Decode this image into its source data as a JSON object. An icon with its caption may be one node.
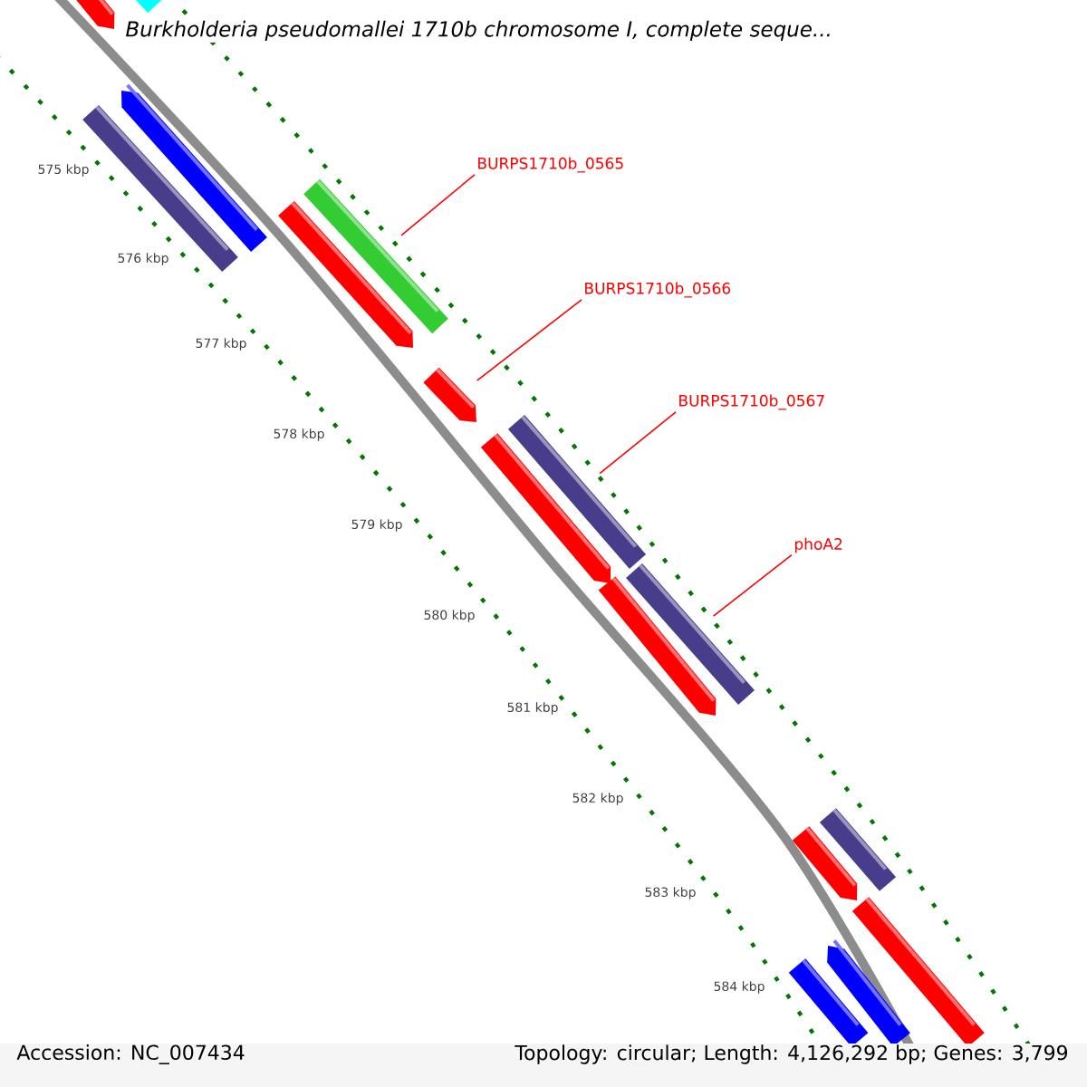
{
  "diagram": {
    "title": "*Burkholderia pseudomallei* 1710b chromosome I, complete seque...",
    "nodes": [
      {
        "text": [
          "BURPS1710b_0565"
        ]
      },
      {
        "text": [
          "BURPS1710b_0566"
        ]
      },
      {
        "text": [
          "BURPS1710b_0567"
        ]
      },
      {
        "text": [
          "phoA2"
        ]
      },
      {
        "text": [],
        "shape": "arrow"
      },
      {
        "text": [],
        "shape": "bar"
      },
      {
        "text": [],
        "shape": "bar"
      },
      {
        "text": [],
        "shape": "arrow"
      },
      {
        "text": [],
        "shape": "arrow"
      },
      {
        "text": [],
        "shape": "bar"
      },
      {
        "text": [],
        "shape": "arrow"
      },
      {
        "text": [],
        "shape": "arrow"
      },
      {
        "text": [],
        "shape": "bar"
      },
      {
        "text": [],
        "shape": "arrow"
      },
      {
        "text": [],
        "shape": "bar"
      },
      {
        "text": [],
        "shape": "arrow"
      },
      {
        "text": [],
        "shape": "bar"
      },
      {
        "text": [],
        "shape": "bar"
      },
      {
        "text": [],
        "shape": "bar"
      },
      {
        "text": [],
        "shape": "arrow"
      }
    ],
    "edges": [
      {
        "from": 0,
        "to": 9,
        "arrow": "none"
      },
      {
        "from": 1,
        "to": 10,
        "arrow": "none"
      },
      {
        "from": 2,
        "to": 12,
        "arrow": "none"
      },
      {
        "from": 3,
        "to": 14,
        "arrow": "none"
      }
    ],
    "labels": [
      "575 kbp",
      "576 kbp",
      "577 kbp",
      "578 kbp",
      "579 kbp",
      "580 kbp",
      "581 kbp",
      "582 kbp",
      "583 kbp",
      "584 kbp",
      "Accession: NC_007434",
      "Topology: circular; Length: 4,126,292 bp; Genes: 3,799"
    ]
  }
}
